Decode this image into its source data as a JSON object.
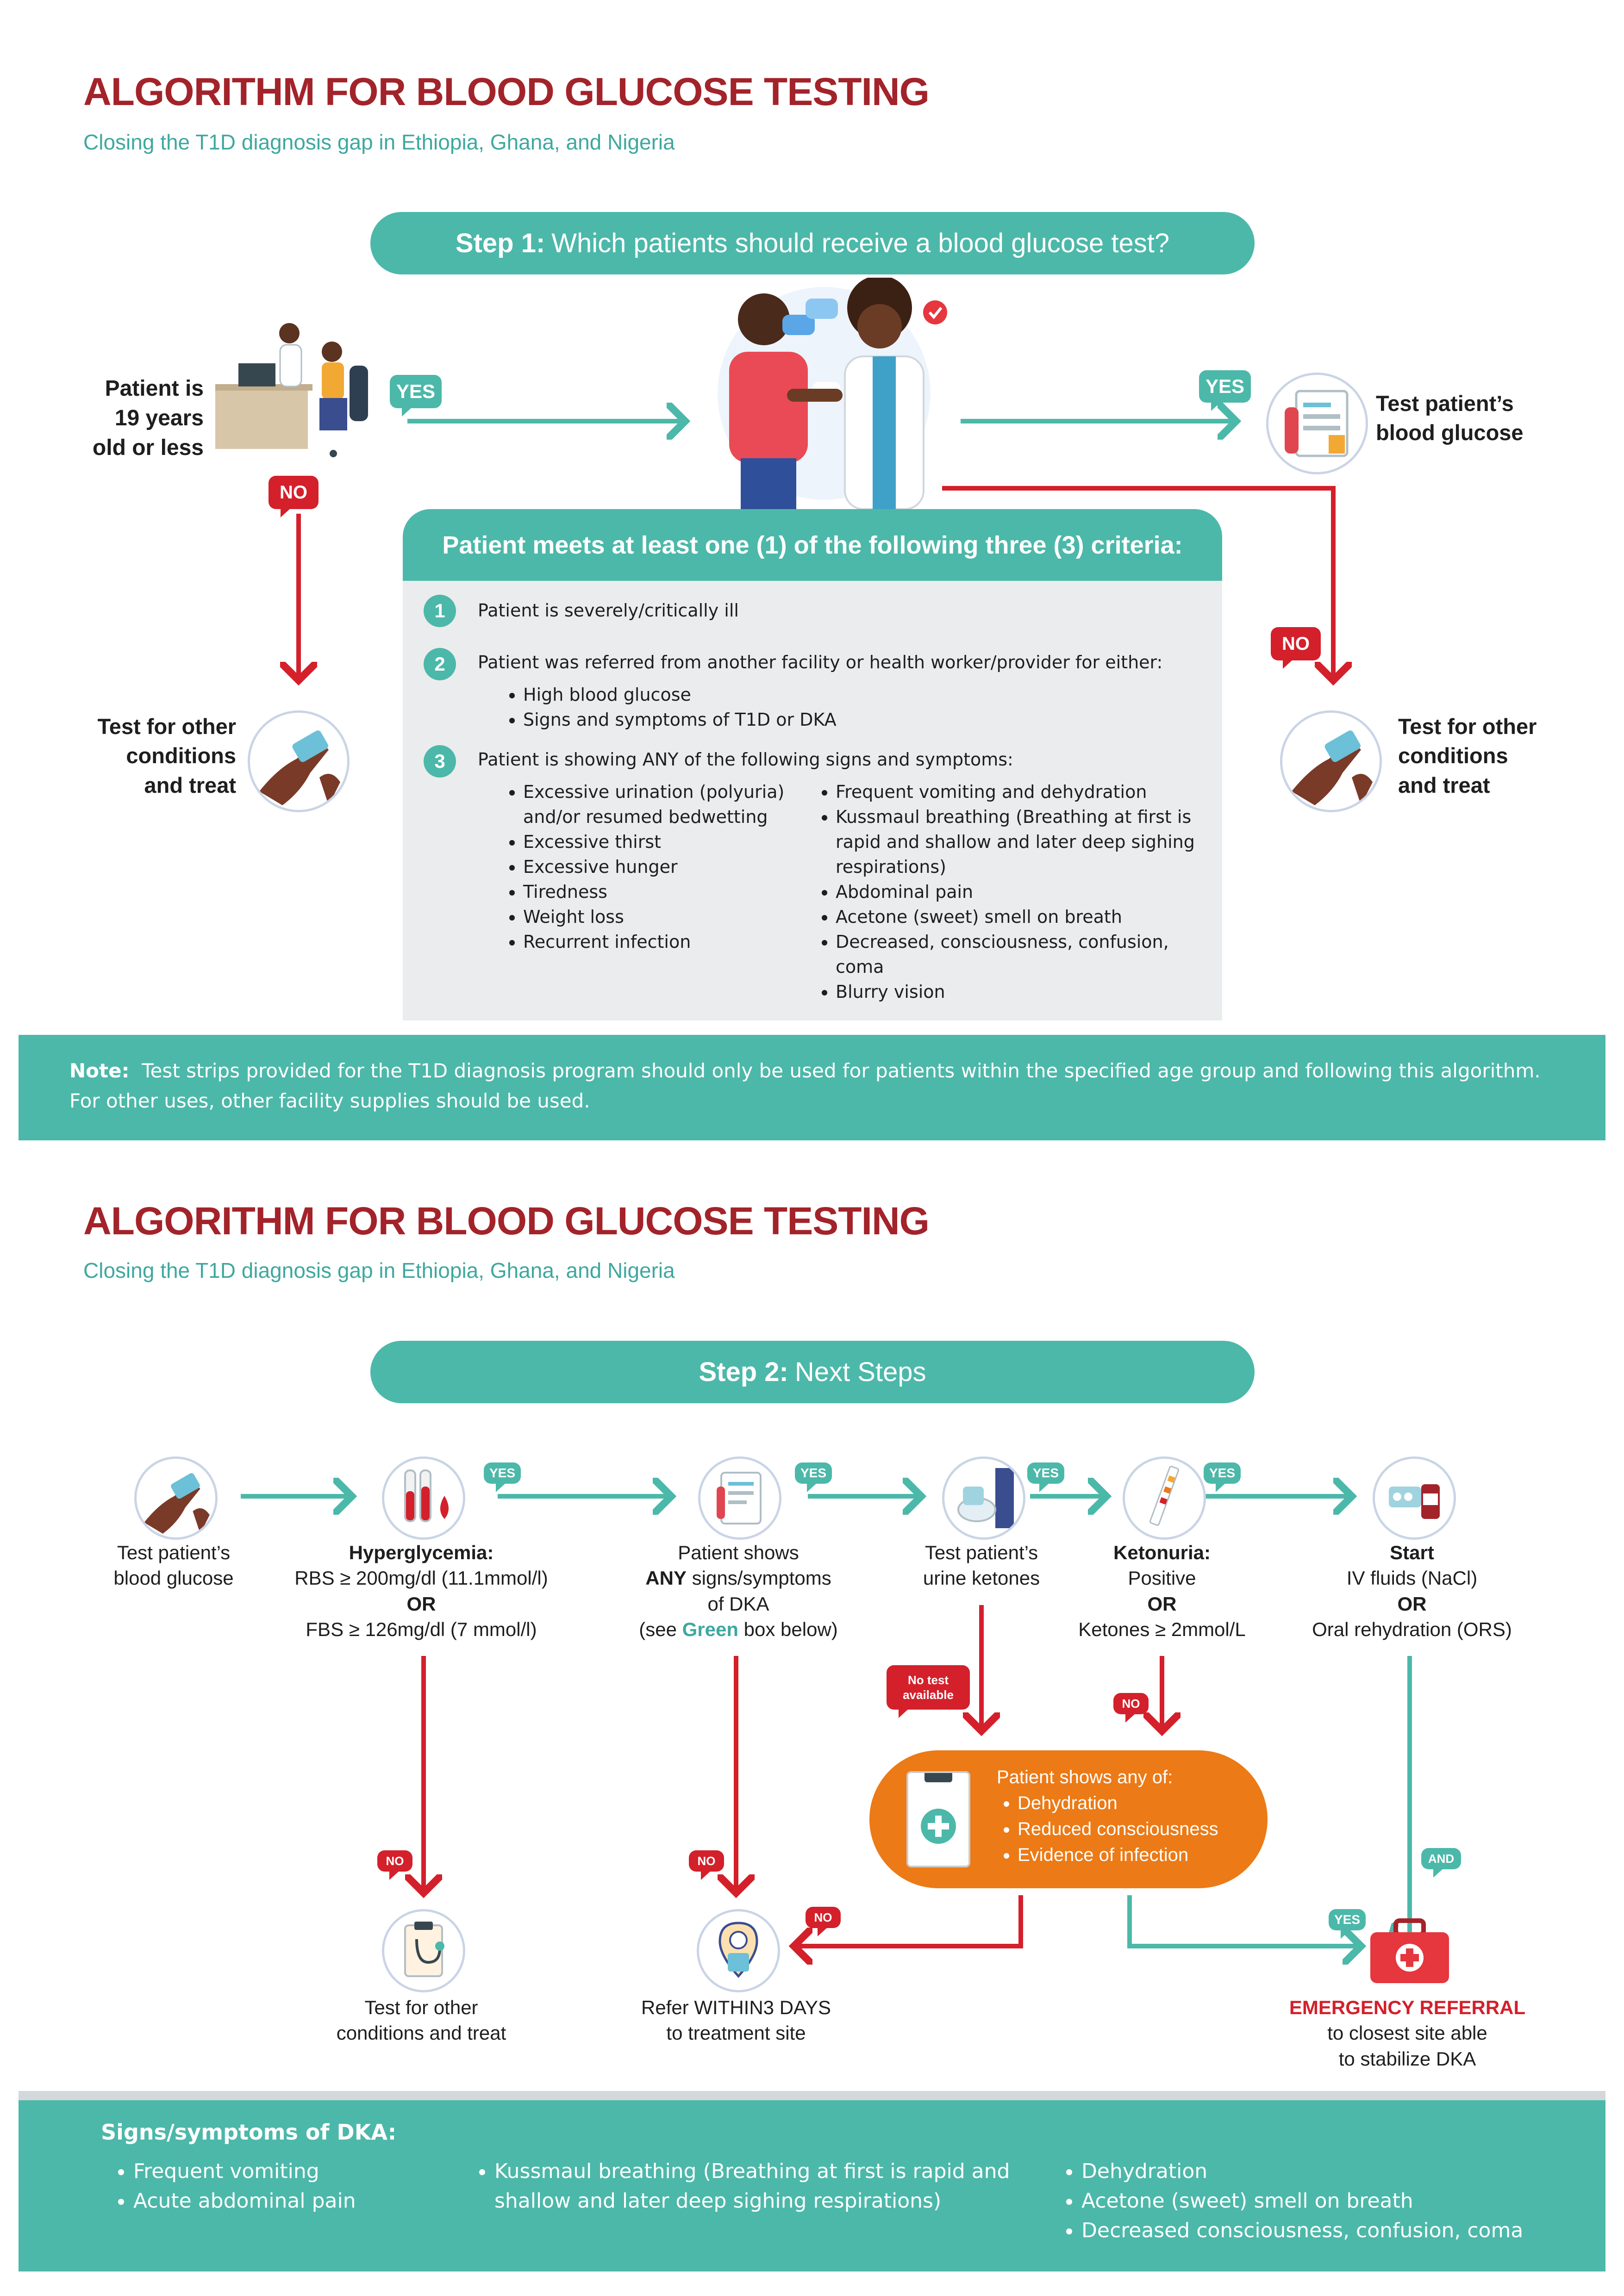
{
  "page1": {
    "title": "ALGORITHM FOR BLOOD GLUCOSE TESTING",
    "subtitle": "Closing the T1D diagnosis gap in Ethiopia, Ghana, and Nigeria",
    "step_label": "Step 1:",
    "step_text": "Which patients should receive a blood glucose test?",
    "age_lines": [
      "Patient is",
      "19 years",
      "old or less"
    ],
    "yes": "YES",
    "no": "NO",
    "test_bg_lines": [
      "Test patient’s",
      "blood glucose"
    ],
    "other_lines": [
      "Test for other",
      "conditions",
      "and treat"
    ],
    "criteria_header": "Patient meets at least one (1) of the following three (3) criteria:",
    "criteria": [
      {
        "num": "1",
        "text": "Patient is severely/critically ill"
      },
      {
        "num": "2",
        "text": "Patient was referred from another facility or health worker/provider for either:"
      },
      {
        "num": "3",
        "text": "Patient is showing ANY of the following signs and symptoms:"
      }
    ],
    "referral_items": [
      "High blood glucose",
      "Signs and symptoms of T1D or DKA"
    ],
    "symptoms_left": [
      "Excessive urination (polyuria) and/or resumed bedwetting",
      "Excessive thirst",
      "Excessive hunger",
      "Tiredness",
      "Weight loss",
      "Recurrent infection"
    ],
    "symptoms_right": [
      "Frequent vomiting and dehydration",
      "Kussmaul breathing (Breathing at first is rapid and shallow and later deep sighing respirations)",
      "Abdominal pain",
      "Acetone (sweet) smell on breath",
      "Decreased, consciousness, confusion, coma",
      "Blurry vision"
    ],
    "note_label": "Note:",
    "note_text": "Test strips provided for the T1D diagnosis program should only be used for patients within the specified age group and following this algorithm. For other uses, other facility supplies should be used."
  },
  "page2": {
    "title": "ALGORITHM FOR BLOOD GLUCOSE TESTING",
    "subtitle": "Closing the T1D diagnosis gap in Ethiopia, Ghana, and Nigeria",
    "step_label": "Step 2:",
    "step_text": "Next Steps",
    "yes": "YES",
    "no": "NO",
    "and": "AND",
    "no_test": [
      "No test",
      "available"
    ],
    "n1": [
      "Test patient’s",
      "blood glucose"
    ],
    "n2_title": "Hyperglycemia:",
    "n2_line1": "RBS ≥ 200mg/dl (11.1mmol/l)",
    "n2_or": "OR",
    "n2_line2": "FBS ≥ 126mg/dl (7 mmol/l)",
    "n3_line1": "Patient shows",
    "n3_any": "ANY",
    "n3_line2": "signs/symptoms",
    "n3_line3": "of DKA",
    "n3_see": "(see",
    "n3_green": "Green",
    "n3_box": "box below)",
    "n4": [
      "Test patient’s",
      "urine ketones"
    ],
    "n5_title": "Ketonuria:",
    "n5_line1": "Positive",
    "n5_or": "OR",
    "n5_line2": "Ketones ≥ 2mmol/L",
    "n6_title": "Start",
    "n6_line1": "IV fluids (NaCl)",
    "n6_or": "OR",
    "n6_line2": "Oral rehydration (ORS)",
    "orange_title": "Patient shows any of:",
    "orange_items": [
      "Dehydration",
      "Reduced consciousness",
      "Evidence of infection"
    ],
    "other": [
      "Test for other",
      "conditions and treat"
    ],
    "refer": [
      "Refer WITHIN3 DAYS",
      "to treatment site"
    ],
    "emergency_title": "EMERGENCY REFERRAL",
    "emergency": [
      "to closest site able",
      "to stabilize DKA"
    ],
    "dka_title": "Signs/symptoms of DKA:",
    "dka_col1": [
      "Frequent vomiting",
      "Acute abdominal pain"
    ],
    "dka_col2": [
      "Kussmaul breathing (Breathing at first is rapid and shallow and later deep sighing respirations)"
    ],
    "dka_col3": [
      "Dehydration",
      "Acetone (sweet) smell on breath",
      "Decreased consciousness, confusion, coma"
    ]
  },
  "colors": {
    "teal": "#4cb8a9",
    "red": "#d3202b",
    "dark_red": "#a3232a",
    "orange": "#ec7a16",
    "grey_box": "#ebeced"
  }
}
